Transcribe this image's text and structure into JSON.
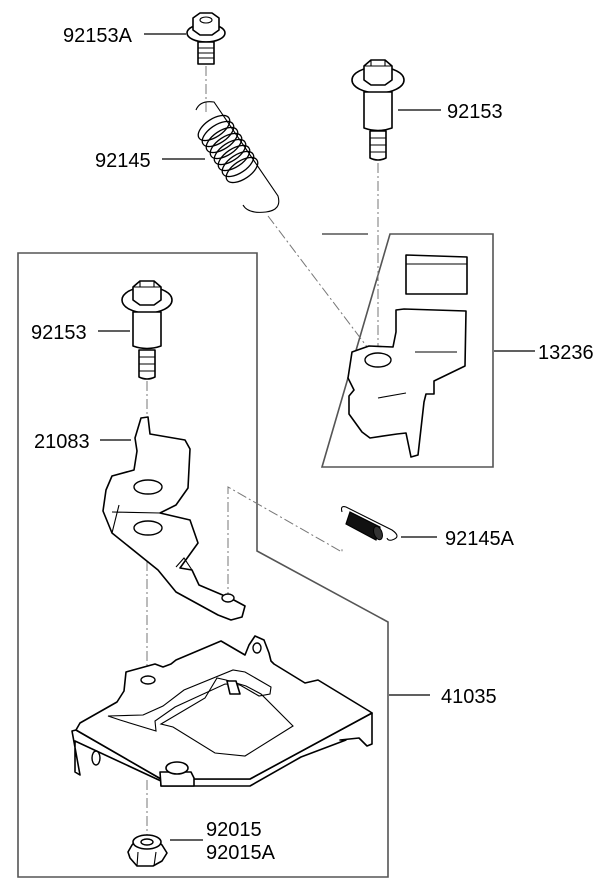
{
  "diagram": {
    "type": "exploded-parts-diagram",
    "background": "#ffffff",
    "line_color": "#000000",
    "frame_color": "#555555",
    "callouts": [
      {
        "id": "c-92153A",
        "part_no": "92153A",
        "part": "bolt-flanged-short"
      },
      {
        "id": "c-92153-top",
        "part_no": "92153",
        "part": "shoulder-bolt-upper"
      },
      {
        "id": "c-92145",
        "part_no": "92145",
        "part": "tension-spring-large"
      },
      {
        "id": "c-13236",
        "part_no": "13236",
        "part": "lever-plate-assembly-kit"
      },
      {
        "id": "c-92153-mid",
        "part_no": "92153",
        "part": "shoulder-bolt-lower"
      },
      {
        "id": "c-21083",
        "part_no": "21083",
        "part": "control-lever-bracket"
      },
      {
        "id": "c-92145A",
        "part_no": "92145A",
        "part": "tension-spring-small"
      },
      {
        "id": "c-41035",
        "part_no": "41035",
        "part": "base-plate-bracket"
      },
      {
        "id": "c-92015",
        "part_no": "92015",
        "part": "flange-nut"
      },
      {
        "id": "c-92015A",
        "part_no": "92015A",
        "part": "flange-nut-alt"
      }
    ]
  }
}
